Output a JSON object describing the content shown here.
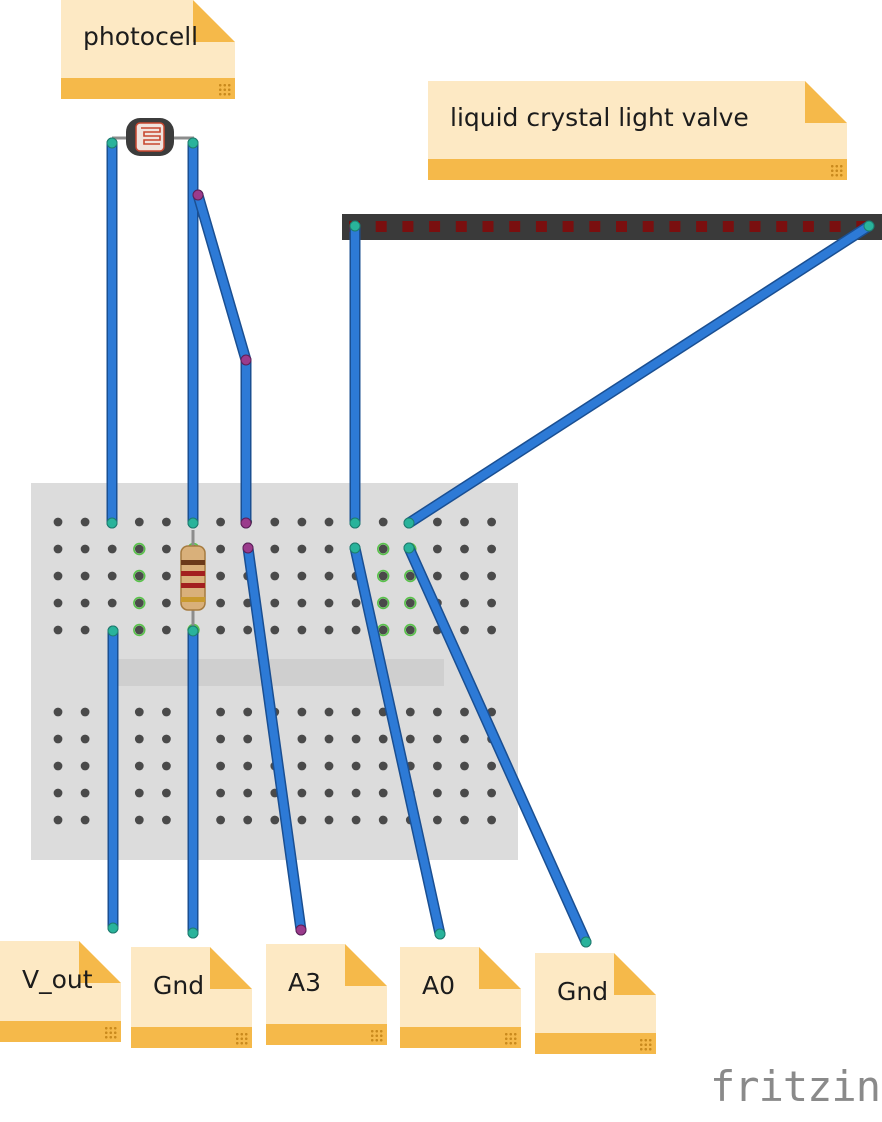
{
  "labels": {
    "photocell": "photocell",
    "light_valve": "liquid crystal light valve",
    "v_out": "V_out",
    "gnd_left": "Gnd",
    "a3": "A3",
    "a0": "A0",
    "gnd_right": "Gnd"
  },
  "branding": {
    "logo_text": "fritzing"
  },
  "icons": {
    "photocell": "photocell-icon",
    "resistor": "resistor-icon",
    "light_valve": "lcd-strip-icon",
    "breadboard": "breadboard-icon"
  },
  "colors": {
    "wire": "#2d7ad6",
    "wire_outline": "#1a4f92",
    "note_body": "#fde9c4",
    "note_bar": "#f5b94a",
    "breadboard": "#dcdcdc",
    "lcd_body": "#3a3a3a",
    "lcd_cell": "#7a0f0f",
    "endpoint": "#29b39b",
    "bendpoint": "#9a3b8c"
  }
}
